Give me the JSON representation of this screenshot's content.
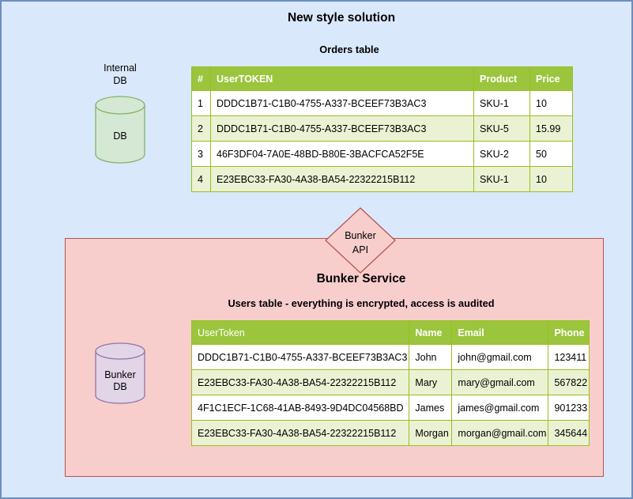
{
  "page": {
    "title": "New style solution"
  },
  "colors": {
    "background": "#DAE8FC",
    "page_border": "#6C8EBF",
    "table_header_bg": "#9BC53D",
    "table_header_text": "#FFFFFF",
    "table_border": "#98BF21",
    "table_row_bg": "#FFFFFF",
    "table_row_alt_bg": "#EAF2D3",
    "panel_fill": "#F8CECC",
    "panel_border": "#B85450",
    "green_cylinder_fill": "#D5E8D4",
    "green_cylinder_stroke": "#82B366",
    "purple_cylinder_fill": "#E1D5E7",
    "purple_cylinder_stroke": "#9673A6",
    "diamond_fill": "#F8CECC",
    "diamond_stroke": "#B85450"
  },
  "internal_db": {
    "label_line1": "Internal",
    "label_line2": "DB",
    "cylinder_label": "DB"
  },
  "orders": {
    "label": "Orders table",
    "table": {
      "headers": [
        "#",
        "UserTOKEN",
        "Product",
        "Price"
      ],
      "rows": [
        [
          "1",
          "DDDC1B71-C1B0-4755-A337-BCEEF73B3AC3",
          "SKU-1",
          "10"
        ],
        [
          "2",
          "DDDC1B71-C1B0-4755-A337-BCEEF73B3AC3",
          "SKU-5",
          "15.99"
        ],
        [
          "3",
          "46F3DF04-7A0E-48BD-B80E-3BACFCA52F5E",
          "SKU-2",
          "50"
        ],
        [
          "4",
          "E23EBC33-FA30-4A38-BA54-22322215B112",
          "SKU-1",
          "10"
        ]
      ]
    }
  },
  "bunker_api": {
    "label_line1": "Bunker",
    "label_line2": "API"
  },
  "bunker_service": {
    "title": "Bunker Service",
    "subtitle": "Users table - everything is encrypted, access is audited",
    "bunker_db": {
      "label_line1": "Bunker",
      "label_line2": "DB"
    },
    "table": {
      "headers": [
        "UserToken",
        "Name",
        "Email",
        "Phone"
      ],
      "rows": [
        [
          "DDDC1B71-C1B0-4755-A337-BCEEF73B3AC3",
          "John",
          "john@gmail.com",
          "123411"
        ],
        [
          "E23EBC33-FA30-4A38-BA54-22322215B112",
          "Mary",
          "mary@gmail.com",
          "567822"
        ],
        [
          "4F1C1ECF-1C68-41AB-8493-9D4DC04568BD",
          "James",
          "james@gmail.com",
          "901233"
        ],
        [
          "E23EBC33-FA30-4A38-BA54-22322215B112",
          "Morgan",
          "morgan@gmail.com",
          "345644"
        ]
      ]
    }
  }
}
